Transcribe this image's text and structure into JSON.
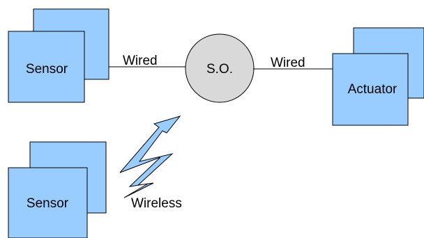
{
  "diagram": {
    "colors": {
      "box_fill": "#99ccff",
      "box_stroke": "#000000",
      "circle_fill": "#d9d9d9",
      "line": "#000000"
    },
    "nodes": {
      "sensor_top": {
        "label": "Sensor"
      },
      "sensor_bottom": {
        "label": "Sensor"
      },
      "so": {
        "label": "S.O."
      },
      "actuator": {
        "label": "Actuator"
      }
    },
    "edges": {
      "sensor_to_so": {
        "label": "Wired"
      },
      "so_to_actuator": {
        "label": "Wired"
      },
      "wireless": {
        "label": "Wireless",
        "icon": "lightning-bolt-icon"
      }
    }
  }
}
